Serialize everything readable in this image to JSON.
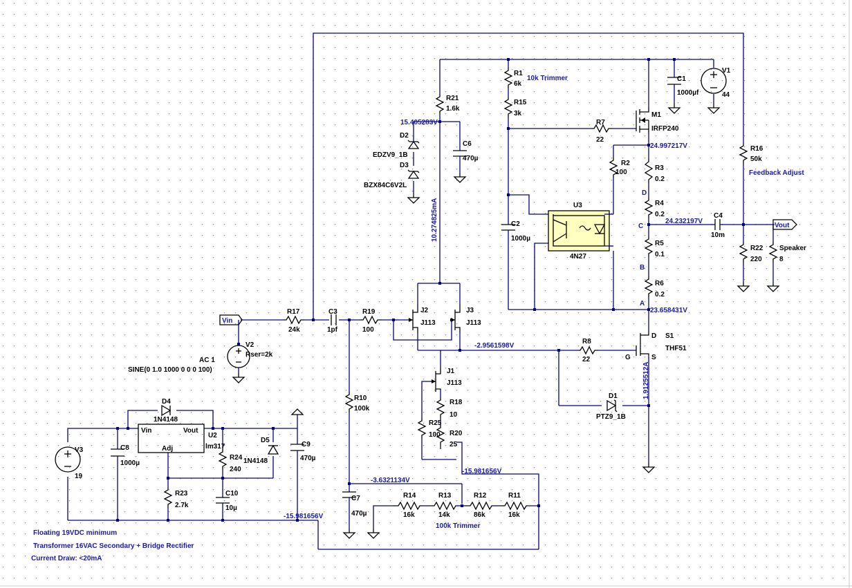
{
  "components": {
    "R1": {
      "ref": "R1",
      "value": "6k"
    },
    "R15": {
      "ref": "R15",
      "value": "3k"
    },
    "R21": {
      "ref": "R21",
      "value": "1.6k"
    },
    "R7": {
      "ref": "R7",
      "value": "22"
    },
    "R2": {
      "ref": "R2",
      "value": "100"
    },
    "R3": {
      "ref": "R3",
      "value": "0.2"
    },
    "R4": {
      "ref": "R4",
      "value": "0.2"
    },
    "R5": {
      "ref": "R5",
      "value": "0.1"
    },
    "R6": {
      "ref": "R6",
      "value": "0.2"
    },
    "R16": {
      "ref": "R16",
      "value": "50k"
    },
    "R22": {
      "ref": "R22",
      "value": "220"
    },
    "R17": {
      "ref": "R17",
      "value": "24k"
    },
    "R19": {
      "ref": "R19",
      "value": "100"
    },
    "R10": {
      "ref": "R10",
      "value": "100k"
    },
    "R8": {
      "ref": "R8",
      "value": "22"
    },
    "R18": {
      "ref": "R18",
      "value": "10"
    },
    "R25": {
      "ref": "R25",
      "value": "100"
    },
    "R20": {
      "ref": "R20",
      "value": "25"
    },
    "R14": {
      "ref": "R14",
      "value": "16k"
    },
    "R13": {
      "ref": "R13",
      "value": "14k"
    },
    "R12": {
      "ref": "R12",
      "value": "86k"
    },
    "R11": {
      "ref": "R11",
      "value": "16k"
    },
    "R24": {
      "ref": "R24",
      "value": "240"
    },
    "R23": {
      "ref": "R23",
      "value": "2.7k"
    },
    "C1": {
      "ref": "C1",
      "value": "1000µf"
    },
    "C2": {
      "ref": "C2",
      "value": "1000µ"
    },
    "C3": {
      "ref": "C3",
      "value": "1pf"
    },
    "C4": {
      "ref": "C4",
      "value": "10m"
    },
    "C6": {
      "ref": "C6",
      "value": "470µ"
    },
    "C7": {
      "ref": "C7",
      "value": "470µ"
    },
    "C8": {
      "ref": "C8",
      "value": "1000µ"
    },
    "C9": {
      "ref": "C9",
      "value": "470µ"
    },
    "C10": {
      "ref": "C10",
      "value": "10µ"
    },
    "D1": {
      "ref": "D1",
      "value": "PTZ9_1B"
    },
    "D2": {
      "ref": "D2",
      "value": "EDZV9_1B"
    },
    "D3": {
      "ref": "D3",
      "value": "BZX84C6V2L"
    },
    "D4": {
      "ref": "D4",
      "value": "1N4148"
    },
    "D5": {
      "ref": "D5",
      "value": "1N4148"
    },
    "M1": {
      "ref": "M1",
      "value": "IRFP240"
    },
    "J1": {
      "ref": "J1",
      "value": "J113"
    },
    "J2": {
      "ref": "J2",
      "value": "J113"
    },
    "J3": {
      "ref": "J3",
      "value": "J113"
    },
    "U2": {
      "ref": "U2",
      "value": "lm317",
      "vin": "Vin",
      "vout": "Vout",
      "adj": "Adj"
    },
    "U3": {
      "ref": "U3",
      "value": "4N27"
    },
    "S1": {
      "ref": "S1",
      "value": "THF51",
      "d": "D",
      "g": "G",
      "s": "S"
    },
    "V1": {
      "ref": "V1",
      "value": "44"
    },
    "V2": {
      "ref": "V2",
      "value": "Rser=2k",
      "ac": "AC 1",
      "sine": "SINE(0 1.0 1000 0 0 0 100)"
    },
    "V3": {
      "ref": "V3",
      "value": "19"
    },
    "Speaker": {
      "ref": "Speaker",
      "value": "8"
    }
  },
  "ports": {
    "vin": "Vin",
    "vout": "Vout"
  },
  "node_labels": {
    "d": "D",
    "c": "C",
    "b": "B",
    "a": "A"
  },
  "voltages": {
    "v_zener": "15.405283V",
    "v_r3": "24.997217V",
    "v_out": "24.232197V",
    "v_a": "23.658431V",
    "v_gate": "-2.9561598V",
    "v_neg1": "-15.981656V",
    "v_trim": "-3.6321134V",
    "v_neg2": "-15.981656V"
  },
  "currents": {
    "i_j2": "10.274825mA",
    "i_s1": "1.9125512A"
  },
  "notes": {
    "trim1": "10k Trimmer",
    "feedback": "Feedback Adjust",
    "trim2": "100k Trimmer",
    "line1": "Floating 19VDC minimum",
    "line2": "Transformer 16VAC Secondary + Bridge Rectifier",
    "line3": "Current Draw: <20mA"
  }
}
